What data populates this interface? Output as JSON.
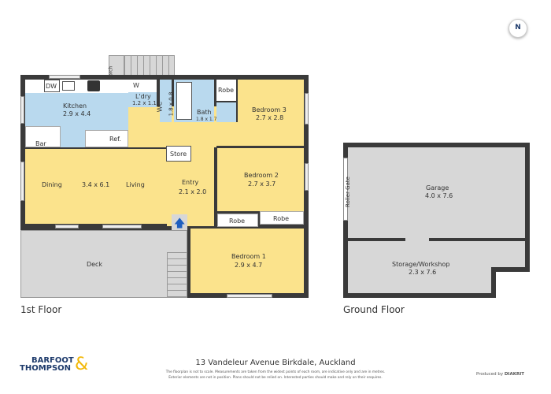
{
  "compass": {
    "label": "N"
  },
  "first_floor": {
    "title": "1st Floor",
    "rooms": {
      "porch": "Porch",
      "dw": "DW",
      "kitchen": {
        "name": "Kitchen",
        "size": "2.9 x 4.4"
      },
      "bar": "Bar",
      "ref": "Ref.",
      "w": "W",
      "laundry": {
        "name": "L'dry",
        "size": "1.2 x 1.1"
      },
      "wc": {
        "name": "WC",
        "size": "1.8 x 0.8"
      },
      "bath": {
        "name": "Bath",
        "size": "1.8 x 1.7"
      },
      "robe3": "Robe",
      "bedroom3": {
        "name": "Bedroom 3",
        "size": "2.7 x 2.8"
      },
      "store": "Store",
      "dining": "Dining",
      "living_size": "3.4 x 6.1",
      "living": "Living",
      "entry": {
        "name": "Entry",
        "size": "2.1 x 2.0"
      },
      "bedroom2": {
        "name": "Bedroom 2",
        "size": "2.7 x 3.7"
      },
      "robe1": "Robe",
      "robe2": "Robe",
      "deck": "Deck",
      "bedroom1": {
        "name": "Bedroom 1",
        "size": "2.9 x 4.7"
      }
    }
  },
  "ground_floor": {
    "title": "Ground Floor",
    "roller_gate": "Roller Gate",
    "garage": {
      "name": "Garage",
      "size": "4.0 x 7.6"
    },
    "storage": {
      "name": "Storage/Workshop",
      "size": "2.3 x 7.6"
    }
  },
  "footer": {
    "logo_line1": "BARFOOT",
    "logo_line2": "THOMPSON",
    "logo_amp": "&",
    "address": "13 Vandeleur Avenue Birkdale, Auckland",
    "disclaimer1": "The floorplan is not to scale. Measurements are taken from the widest points of each room, are indicative only and are in metres.",
    "disclaimer2": "Exterior elements are not in position. Plans should not be relied on. Interested parties should make and rely on their enquires.",
    "produced_by": "Produced by",
    "producer": "DIAKRIT"
  },
  "colors": {
    "living": "#fbe38c",
    "wet": "#b9d9ee",
    "outdoor": "#d7d7d7",
    "brand_blue": "#1d3a6b",
    "brand_gold": "#f2b705",
    "entry_arrow": "#1f5fbf"
  }
}
